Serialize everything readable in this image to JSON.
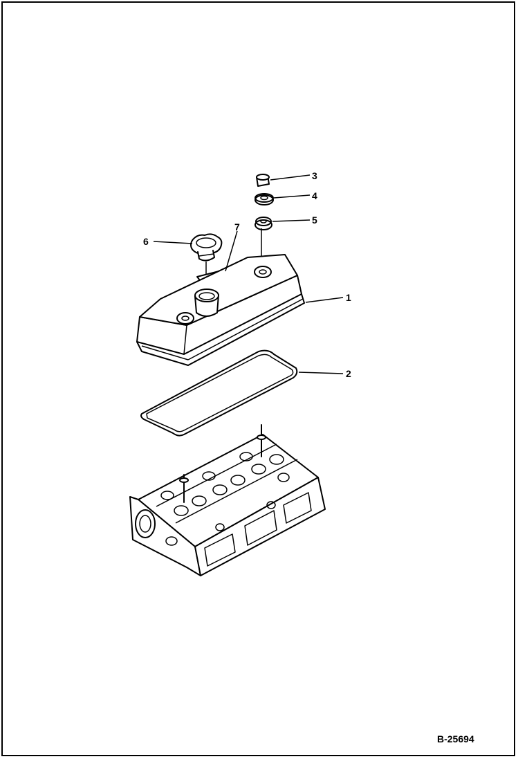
{
  "callouts": {
    "c1": "1",
    "c2": "2",
    "c3": "3",
    "c4": "4",
    "c5": "5",
    "c6": "6",
    "c7": "7"
  },
  "document_number": "B-25694"
}
